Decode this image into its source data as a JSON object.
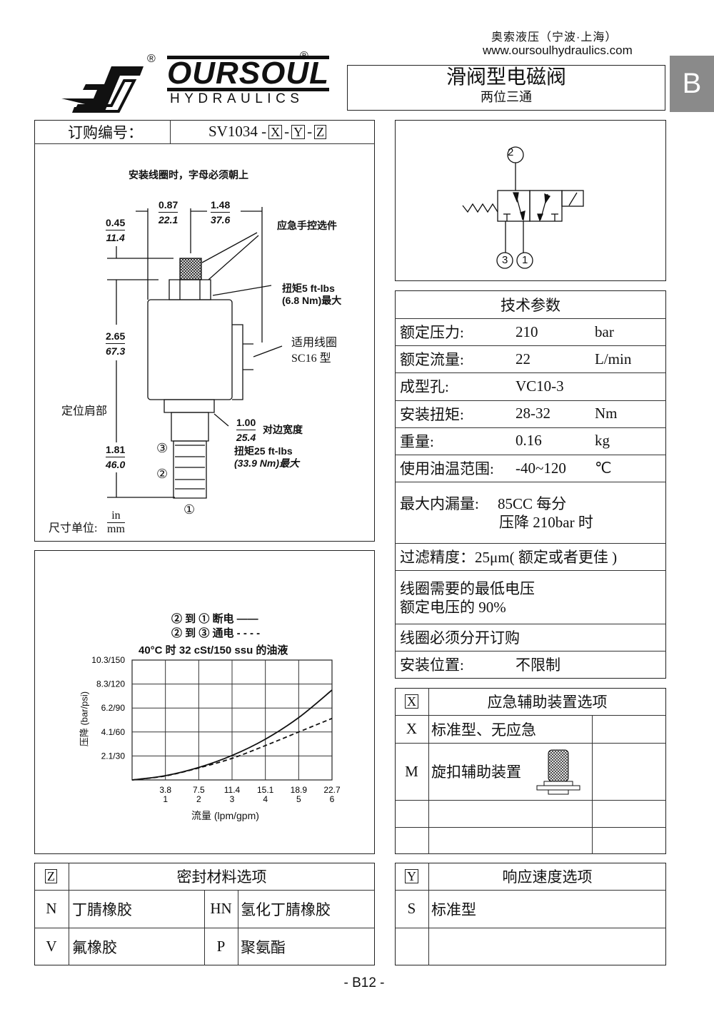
{
  "header": {
    "company_cn": "奥索液压（宁波·上海）",
    "website": "www.oursoulhydraulics.com",
    "logo_text": "OURSOUL",
    "logo_sub": "HYDRAULICS",
    "registered": "®",
    "title": "滑阀型电磁阀",
    "subtitle": "两位三通",
    "section_tab": "B"
  },
  "order": {
    "label": "订购编号：",
    "model": "SV1034 -",
    "x": "X",
    "y": "Y",
    "z": "Z",
    "dash": "-"
  },
  "drawing": {
    "install_note": "安装线圈时，字母必须朝上",
    "dims": [
      {
        "in": "0.87",
        "mm": "22.1"
      },
      {
        "in": "1.48",
        "mm": "37.6"
      },
      {
        "in": "0.45",
        "mm": "11.4"
      },
      {
        "in": "2.65",
        "mm": "67.3"
      },
      {
        "in": "1.81",
        "mm": "46.0"
      },
      {
        "in": "1.00",
        "mm": "25.4"
      }
    ],
    "manual_override": "应急手控选件",
    "torque_nut_1": "扭矩5 ft-lbs",
    "torque_nut_2": "(6.8 Nm)最大",
    "coil_1": "适用线圈",
    "coil_2": "SC16 型",
    "shoulder": "定位肩部",
    "hex": "对边宽度",
    "torque_body_1": "扭矩25 ft-lbs",
    "torque_body_2": "(33.9 Nm)最大",
    "port1": "①",
    "port2": "②",
    "port3": "③",
    "units_label": "尺寸单位:",
    "unit_in": "in",
    "unit_mm": "mm"
  },
  "symbol": {
    "port2": "②",
    "port3": "③",
    "port1": "①"
  },
  "chart_data": {
    "type": "line",
    "legend": [
      "② 到 ① 断电 ——",
      "② 到  ③ 通电 - - - -"
    ],
    "title": "40°C 时 32 cSt/150 ssu 的油液",
    "xlabel": "流量 (lpm/gpm)",
    "ylabel": "压降 (bar/psi)",
    "x_ticks_lpm": [
      "3.8",
      "7.5",
      "11.4",
      "15.1",
      "18.9",
      "22.7"
    ],
    "x_ticks_gpm": [
      "1",
      "2",
      "3",
      "4",
      "5",
      "6"
    ],
    "y_ticks": [
      "2.1/30",
      "4.1/60",
      "6.2/90",
      "8.3/120",
      "10.3/150"
    ],
    "xlim_gpm": [
      0,
      6
    ],
    "ylim_psi": [
      0,
      150
    ],
    "grid": true,
    "x": [
      0,
      1,
      2,
      3,
      4,
      5,
      6
    ],
    "series": [
      {
        "name": "② 到 ① 断电",
        "style": "solid",
        "values": [
          0,
          5.4,
          15.6,
          30.6,
          51,
          78,
          112.5
        ]
      },
      {
        "name": "② 到 ③ 通电",
        "style": "dashed",
        "values": [
          0,
          5,
          15,
          27,
          43,
          60,
          77
        ]
      }
    ]
  },
  "specs": {
    "title": "技术参数",
    "rows": [
      {
        "label": "额定压力:",
        "value": "210",
        "unit": "bar"
      },
      {
        "label": "额定流量:",
        "value": "22",
        "unit": "L/min"
      },
      {
        "label": "成型孔:",
        "value": "VC10-3",
        "unit": ""
      },
      {
        "label": "安装扭矩:",
        "value": "28-32",
        "unit": "Nm"
      },
      {
        "label": "重量:",
        "value": "0.16",
        "unit": "kg"
      },
      {
        "label": "使用油温范围:",
        "value": "-40~120",
        "unit": "℃"
      }
    ],
    "leak_label": "最大内漏量:",
    "leak_1": "85CC 每分",
    "leak_2": "压降 210bar 时",
    "filter": "过滤精度：25μm( 额定或者更佳 )",
    "voltage_1": "线圈需要的最低电压",
    "voltage_2": "额定电压的 90%",
    "coil_note": "线圈必须分开订购",
    "mount_label": "安装位置:",
    "mount_value": "不限制"
  },
  "x_options": {
    "code": "X",
    "title": "应急辅助装置选项",
    "rows": [
      {
        "code": "X",
        "label": "标准型、无应急"
      },
      {
        "code": "M",
        "label": "旋扣辅助装置"
      }
    ]
  },
  "z_options": {
    "code": "Z",
    "title": "密封材料选项",
    "rows": [
      {
        "c1": "N",
        "l1": "丁腈橡胶",
        "c2": "HN",
        "l2": "氢化丁腈橡胶"
      },
      {
        "c1": "V",
        "l1": "氟橡胶",
        "c2": "P",
        "l2": "聚氨酯"
      }
    ]
  },
  "y_options": {
    "code": "Y",
    "title": "响应速度选项",
    "rows": [
      {
        "code": "S",
        "label": "标准型"
      }
    ]
  },
  "footer": {
    "page": "- B12 -"
  }
}
